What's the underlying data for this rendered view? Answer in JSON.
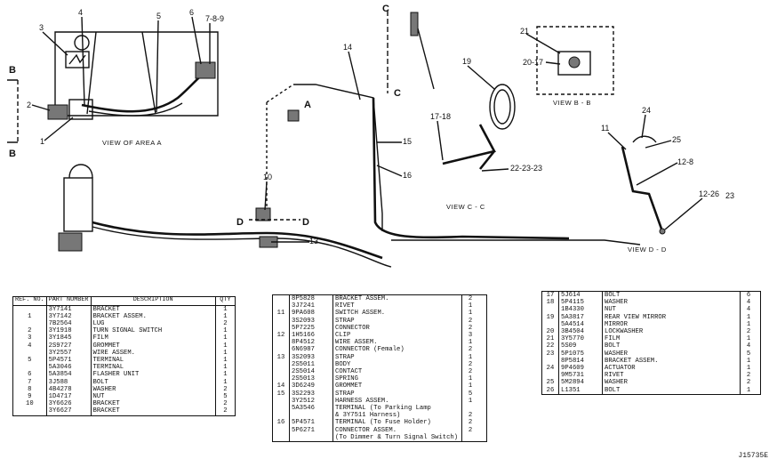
{
  "drawing_number": "J15735E",
  "views": {
    "area_a": "VIEW OF AREA A",
    "b_b": "VIEW B - B",
    "c_c": "VIEW C - C",
    "d_d": "VIEW D - D"
  },
  "section_letters": {
    "a": "A",
    "b_top": "B",
    "b_bottom": "B",
    "c_top": "C",
    "c_bottom": "C",
    "d1": "D",
    "d2": "D"
  },
  "callouts": {
    "n1": "1",
    "n2": "2",
    "n3": "3",
    "n4": "4",
    "n5": "5",
    "n6": "6",
    "n789": "7-8-9",
    "n10": "10",
    "n11": "11",
    "n12_8": "12-8",
    "n12_26": "12-26",
    "n23": "23",
    "n13": "13",
    "n14": "14",
    "n15": "15",
    "n16": "16",
    "n17_18": "17-18",
    "n19": "19",
    "n20_17": "20-17",
    "n21": "21",
    "n22": "22-23-23",
    "n24": "24",
    "n25": "25"
  },
  "table_headers": {
    "ref": "REF. NO.",
    "part": "PART NUMBER",
    "desc": "DESCRIPTION",
    "qty": "QTY"
  },
  "parts_table_1": [
    {
      "ref": "",
      "part": "3Y7141",
      "desc": "BRACKET",
      "qty": "1"
    },
    {
      "ref": "1",
      "part": "3Y7142",
      "desc": "BRACKET ASSEM.",
      "qty": "1"
    },
    {
      "ref": "",
      "part": "7B2564",
      "desc": "LUG",
      "qty": "2"
    },
    {
      "ref": "2",
      "part": "3Y1918",
      "desc": "TURN SIGNAL SWITCH",
      "qty": "1"
    },
    {
      "ref": "3",
      "part": "3Y1845",
      "desc": "FILM",
      "qty": "1"
    },
    {
      "ref": "4",
      "part": "2S9727",
      "desc": "GROMMET",
      "qty": "1"
    },
    {
      "ref": "",
      "part": "3Y2557",
      "desc": "WIRE ASSEM.",
      "qty": "1"
    },
    {
      "ref": "5",
      "part": "5P4571",
      "desc": "TERMINAL",
      "qty": "1"
    },
    {
      "ref": "",
      "part": "5A3046",
      "desc": "TERMINAL",
      "qty": "1"
    },
    {
      "ref": "6",
      "part": "5A3854",
      "desc": "FLASHER UNIT",
      "qty": "1"
    },
    {
      "ref": "7",
      "part": "3J588",
      "desc": "BOLT",
      "qty": "1"
    },
    {
      "ref": "8",
      "part": "4B4278",
      "desc": "WASHER",
      "qty": "2"
    },
    {
      "ref": "9",
      "part": "1D4717",
      "desc": "NUT",
      "qty": "5"
    },
    {
      "ref": "10",
      "part": "3Y6626",
      "desc": "BRACKET",
      "qty": "2"
    },
    {
      "ref": "",
      "part": "3Y6627",
      "desc": "BRACKET",
      "qty": "2"
    }
  ],
  "parts_table_2": [
    {
      "ref": "",
      "part": "8P5828",
      "desc": "BRACKET ASSEM.",
      "qty": "2"
    },
    {
      "ref": "",
      "part": "3J7241",
      "desc": "RIVET",
      "qty": "1"
    },
    {
      "ref": "11",
      "part": "9PA608",
      "desc": "SWITCH ASSEM.",
      "qty": "1"
    },
    {
      "ref": "",
      "part": "3S2093",
      "desc": "STRAP",
      "qty": "2"
    },
    {
      "ref": "",
      "part": "5P7225",
      "desc": "CONNECTOR",
      "qty": "2"
    },
    {
      "ref": "12",
      "part": "1H5166",
      "desc": "CLIP",
      "qty": "3"
    },
    {
      "ref": "",
      "part": "8P4512",
      "desc": "WIRE ASSEM.",
      "qty": "1"
    },
    {
      "ref": "",
      "part": "6N6987",
      "desc": "CONNECTOR (Female)",
      "qty": "2"
    },
    {
      "ref": "13",
      "part": "3S2093",
      "desc": "STRAP",
      "qty": "1"
    },
    {
      "ref": "",
      "part": "2S5011",
      "desc": "BODY",
      "qty": "2"
    },
    {
      "ref": "",
      "part": "2S5014",
      "desc": "CONTACT",
      "qty": "2"
    },
    {
      "ref": "",
      "part": "2S5013",
      "desc": "SPRING",
      "qty": "1"
    },
    {
      "ref": "14",
      "part": "3D6249",
      "desc": "GROMMET",
      "qty": "1"
    },
    {
      "ref": "15",
      "part": "3S2293",
      "desc": "STRAP",
      "qty": "5"
    },
    {
      "ref": "",
      "part": "3Y2512",
      "desc": "HARNESS ASSEM.",
      "qty": "1"
    },
    {
      "ref": "",
      "part": "5A3546",
      "desc": "TERMINAL (To Parking Lamp",
      "qty": ""
    },
    {
      "ref": "",
      "part": "",
      "desc": "& 3Y7511 Harness)",
      "qty": "2"
    },
    {
      "ref": "16",
      "part": "5P4571",
      "desc": "TERMINAL (To Fuse Holder)",
      "qty": "2"
    },
    {
      "ref": "",
      "part": "5P6271",
      "desc": "CONNECTOR ASSEM.",
      "qty": "2"
    },
    {
      "ref": "",
      "part": "",
      "desc": "(To Dimmer & Turn Signal Switch)",
      "qty": ""
    }
  ],
  "parts_table_3": [
    {
      "ref": "17",
      "part": "5J614",
      "desc": "BOLT",
      "qty": "6"
    },
    {
      "ref": "18",
      "part": "5P4115",
      "desc": "WASHER",
      "qty": "4"
    },
    {
      "ref": "",
      "part": "1B4330",
      "desc": "NUT",
      "qty": "4"
    },
    {
      "ref": "19",
      "part": "5A3817",
      "desc": "REAR VIEW MIRROR",
      "qty": "1"
    },
    {
      "ref": "",
      "part": "5A4514",
      "desc": "MIRROR",
      "qty": "1"
    },
    {
      "ref": "20",
      "part": "3B4504",
      "desc": "LOCKWASHER",
      "qty": "2"
    },
    {
      "ref": "21",
      "part": "3Y5770",
      "desc": "FILM",
      "qty": "1"
    },
    {
      "ref": "22",
      "part": "5S09",
      "desc": "BOLT",
      "qty": "4"
    },
    {
      "ref": "23",
      "part": "5P1075",
      "desc": "WASHER",
      "qty": "5"
    },
    {
      "ref": "",
      "part": "8P5814",
      "desc": "BRACKET ASSEM.",
      "qty": "1"
    },
    {
      "ref": "24",
      "part": "9P4609",
      "desc": "ACTUATOR",
      "qty": "1"
    },
    {
      "ref": "",
      "part": "9M5731",
      "desc": "RIVET",
      "qty": "2"
    },
    {
      "ref": "25",
      "part": "5M2894",
      "desc": "WASHER",
      "qty": "2"
    },
    {
      "ref": "26",
      "part": "L1351",
      "desc": "BOLT",
      "qty": "1"
    }
  ]
}
